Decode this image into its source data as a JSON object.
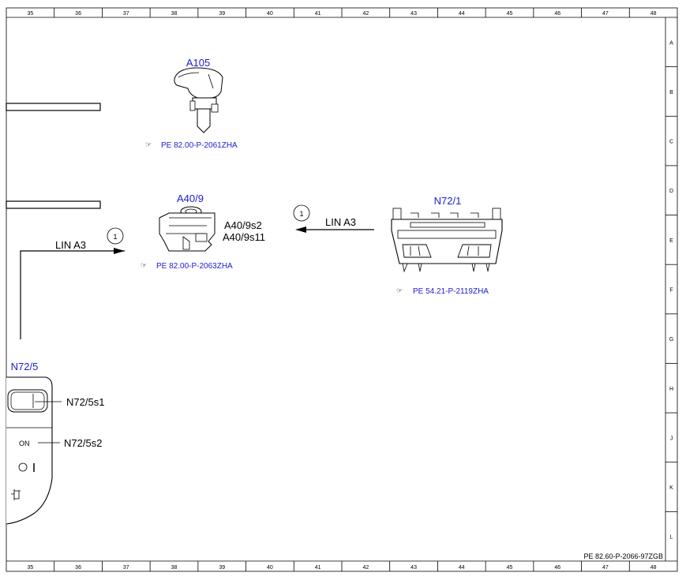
{
  "grid": {
    "columns": [
      "35",
      "36",
      "37",
      "38",
      "39",
      "40",
      "41",
      "42",
      "43",
      "44",
      "45",
      "46",
      "47",
      "48"
    ],
    "rows": [
      "A",
      "B",
      "C",
      "D",
      "E",
      "F",
      "G",
      "H",
      "J",
      "K",
      "L"
    ]
  },
  "components": {
    "a105": {
      "label": "A105",
      "ref": "PE 82.00-P-2061ZHA"
    },
    "a40_9": {
      "label": "A40/9",
      "ref": "PE 82.00-P-2063ZHA",
      "sub1": "A40/9s2",
      "sub2": "A40/9s11"
    },
    "n72_1": {
      "label": "N72/1",
      "ref": "PE 54.21-P-2119ZHA"
    },
    "n72_5": {
      "label": "N72/5",
      "sub1": "N72/5s1",
      "sub2": "N72/5s2",
      "button_text": "ON"
    }
  },
  "connections": {
    "left": {
      "label": "LIN A3",
      "marker": "1"
    },
    "right": {
      "label": "LIN A3",
      "marker": "1"
    }
  },
  "footer": {
    "doc_id": "PE 82.60-P-2066-97ZGB"
  }
}
